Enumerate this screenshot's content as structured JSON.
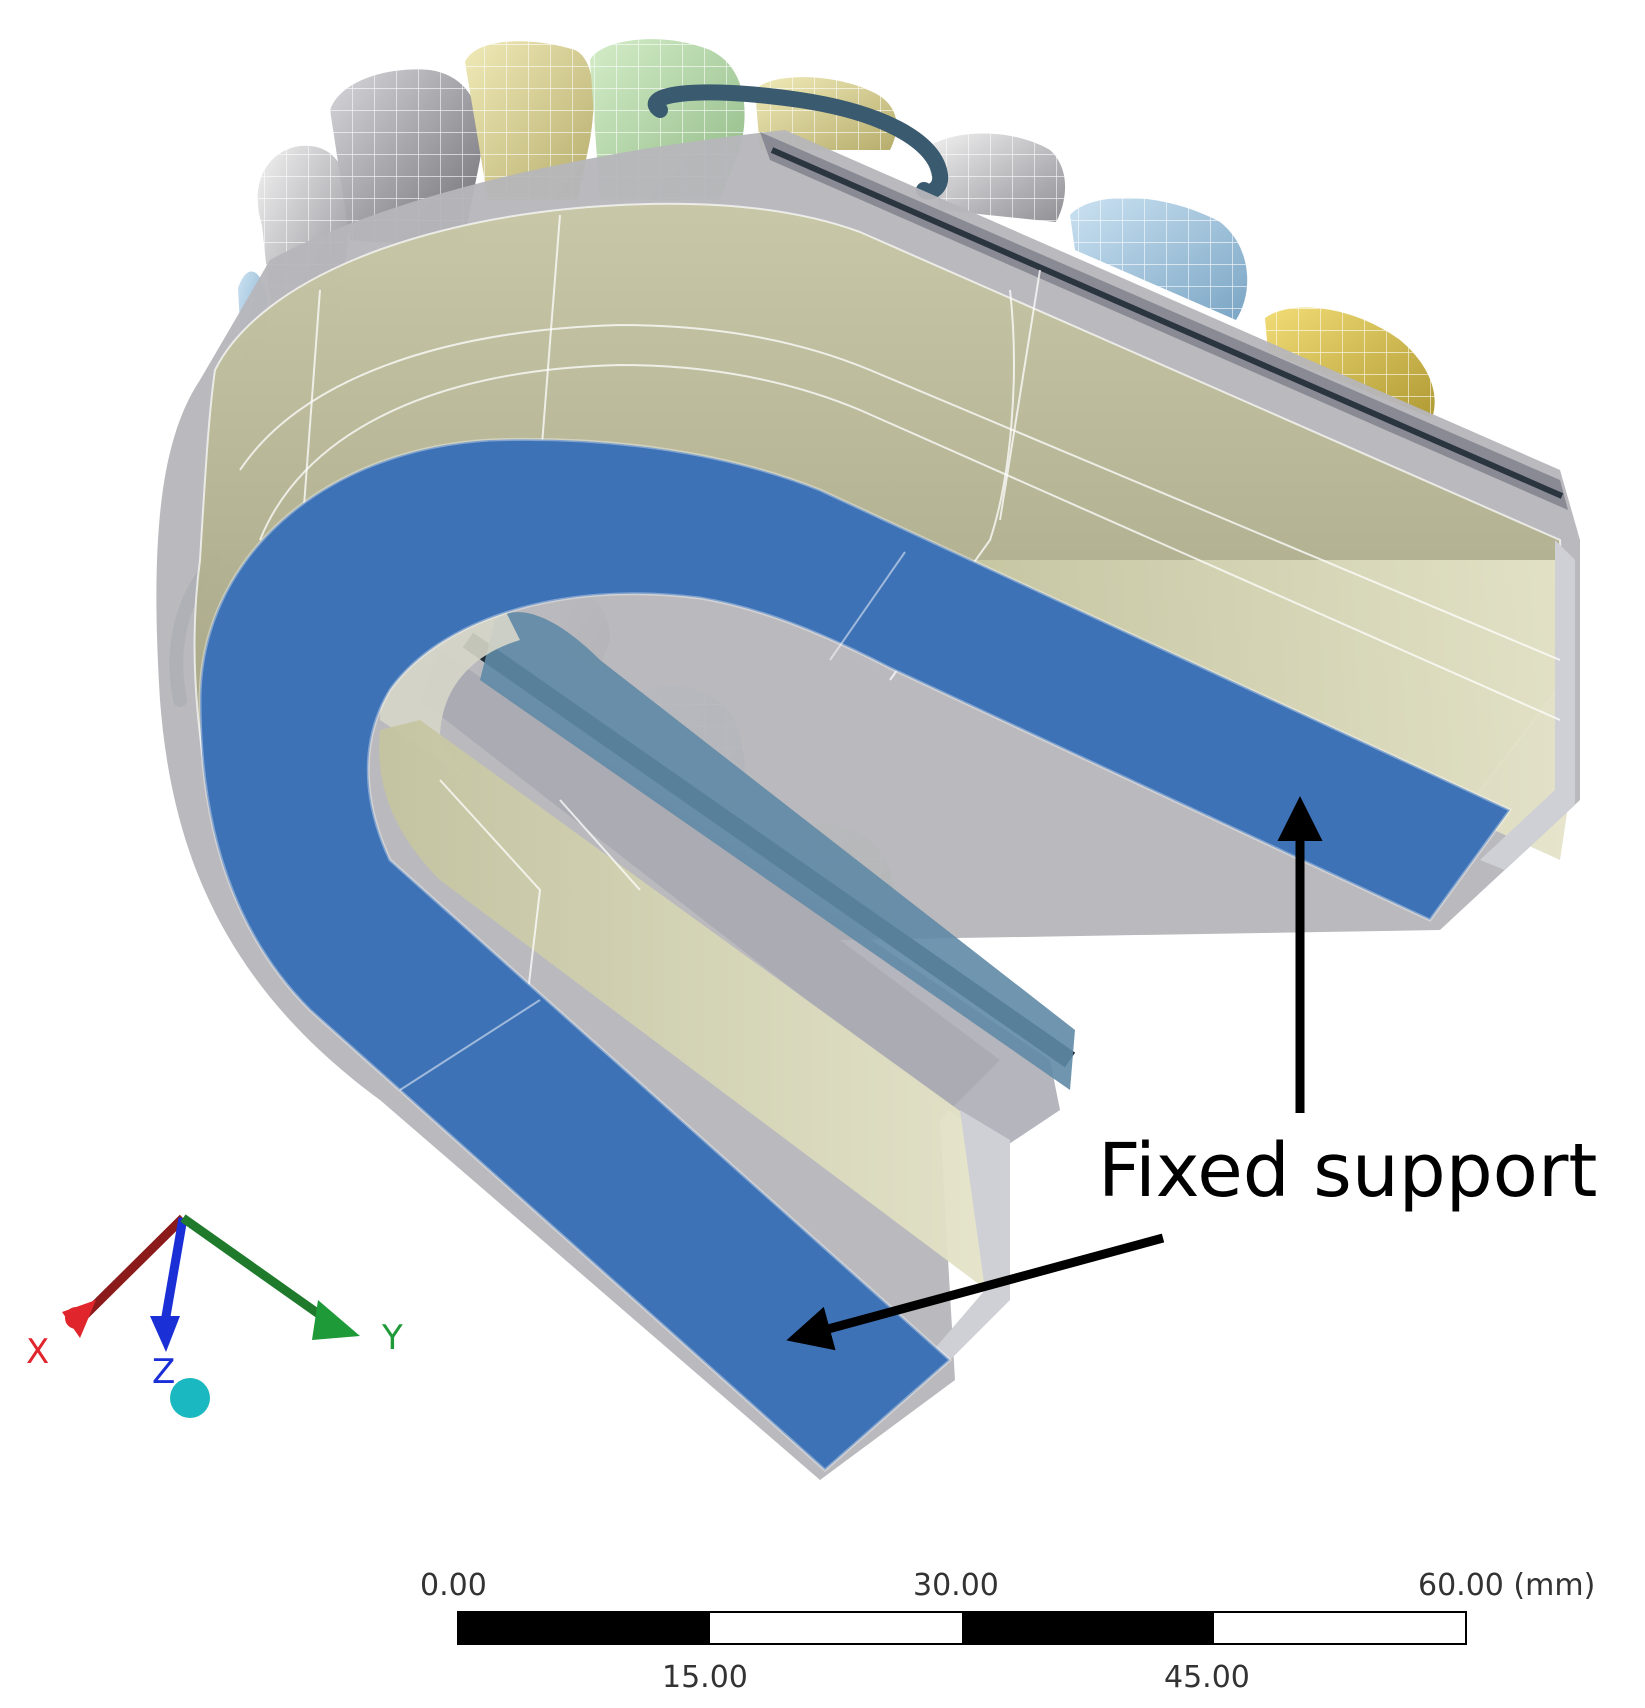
{
  "annotation": {
    "label": "Fixed support"
  },
  "triad": {
    "x_label": "X",
    "y_label": "Y",
    "z_label": "Z"
  },
  "scale_bar": {
    "ticks_top": [
      "0.00",
      "30.00",
      "60.00 (mm)"
    ],
    "ticks_bottom": [
      "15.00",
      "45.00"
    ]
  },
  "colors": {
    "fixed_support_face": "#3d72b6",
    "splint_body": "#b9b893",
    "arch_wire": "#3a5a70",
    "x_axis": "#e0262c",
    "y_axis": "#1f9a38",
    "z_axis": "#1b2fd6",
    "origin_ball": "#1ab8c0"
  }
}
